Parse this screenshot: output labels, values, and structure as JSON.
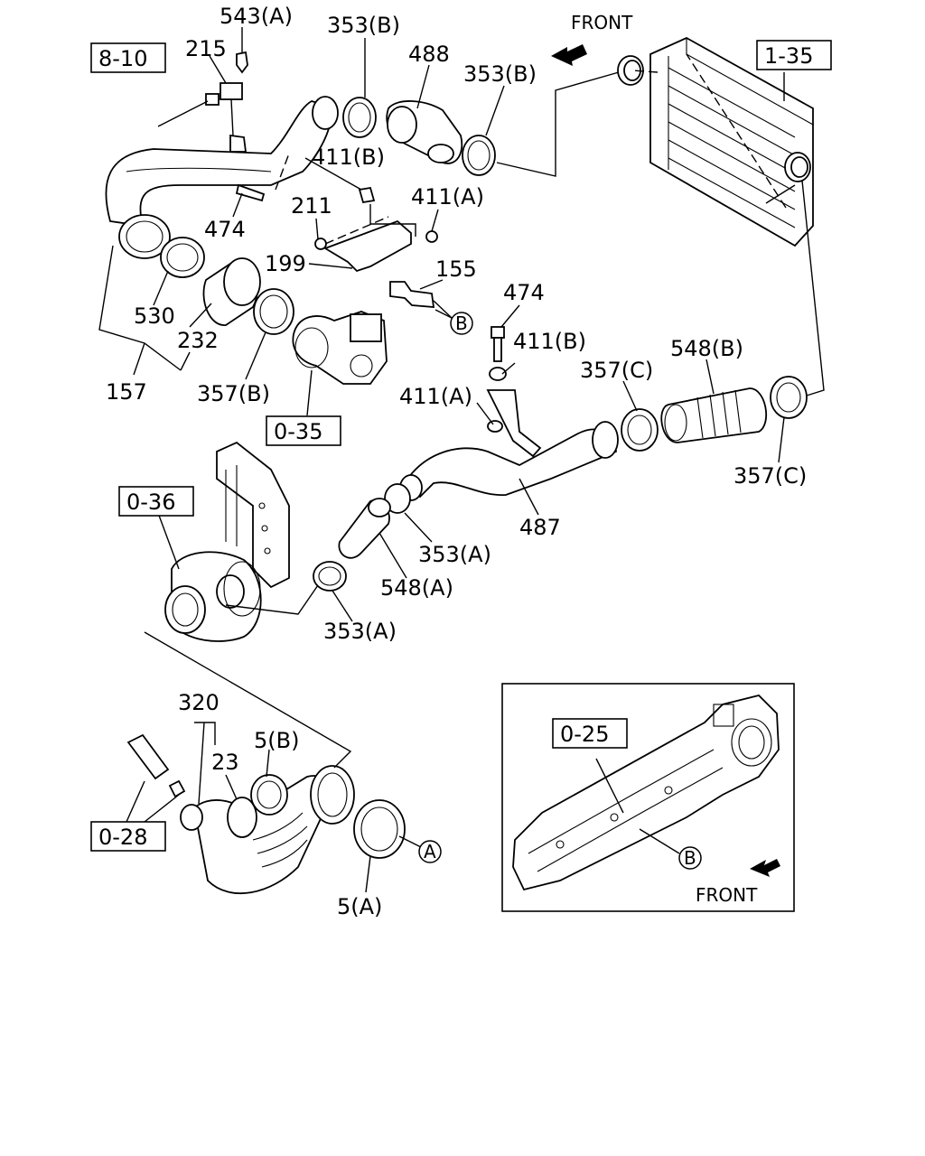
{
  "direction": {
    "front_top": "FRONT",
    "front_inset": "FRONT"
  },
  "refs": {
    "r_8_10": "8-10",
    "r_1_35": "1-35",
    "r_0_35": "0-35",
    "r_0_36": "0-36",
    "r_0_28": "0-28",
    "r_0_25": "0-25"
  },
  "callouts": {
    "a1": "A",
    "b1": "B",
    "b2": "B"
  },
  "parts": {
    "p543a": "543(A)",
    "p215": "215",
    "p353b_1": "353(B)",
    "p488": "488",
    "p353b_2": "353(B)",
    "p411b_1": "411(B)",
    "p411a_1": "411(A)",
    "p211": "211",
    "p474_1": "474",
    "p199": "199",
    "p155": "155",
    "p530": "530",
    "p232": "232",
    "p157": "157",
    "p357b": "357(B)",
    "p474_2": "474",
    "p411b_2": "411(B)",
    "p411a_2": "411(A)",
    "p357c_1": "357(C)",
    "p548b": "548(B)",
    "p357c_2": "357(C)",
    "p487": "487",
    "p353a_1": "353(A)",
    "p548a": "548(A)",
    "p353a_2": "353(A)",
    "p320": "320",
    "p23": "23",
    "p5b": "5(B)",
    "p5a": "5(A)"
  }
}
